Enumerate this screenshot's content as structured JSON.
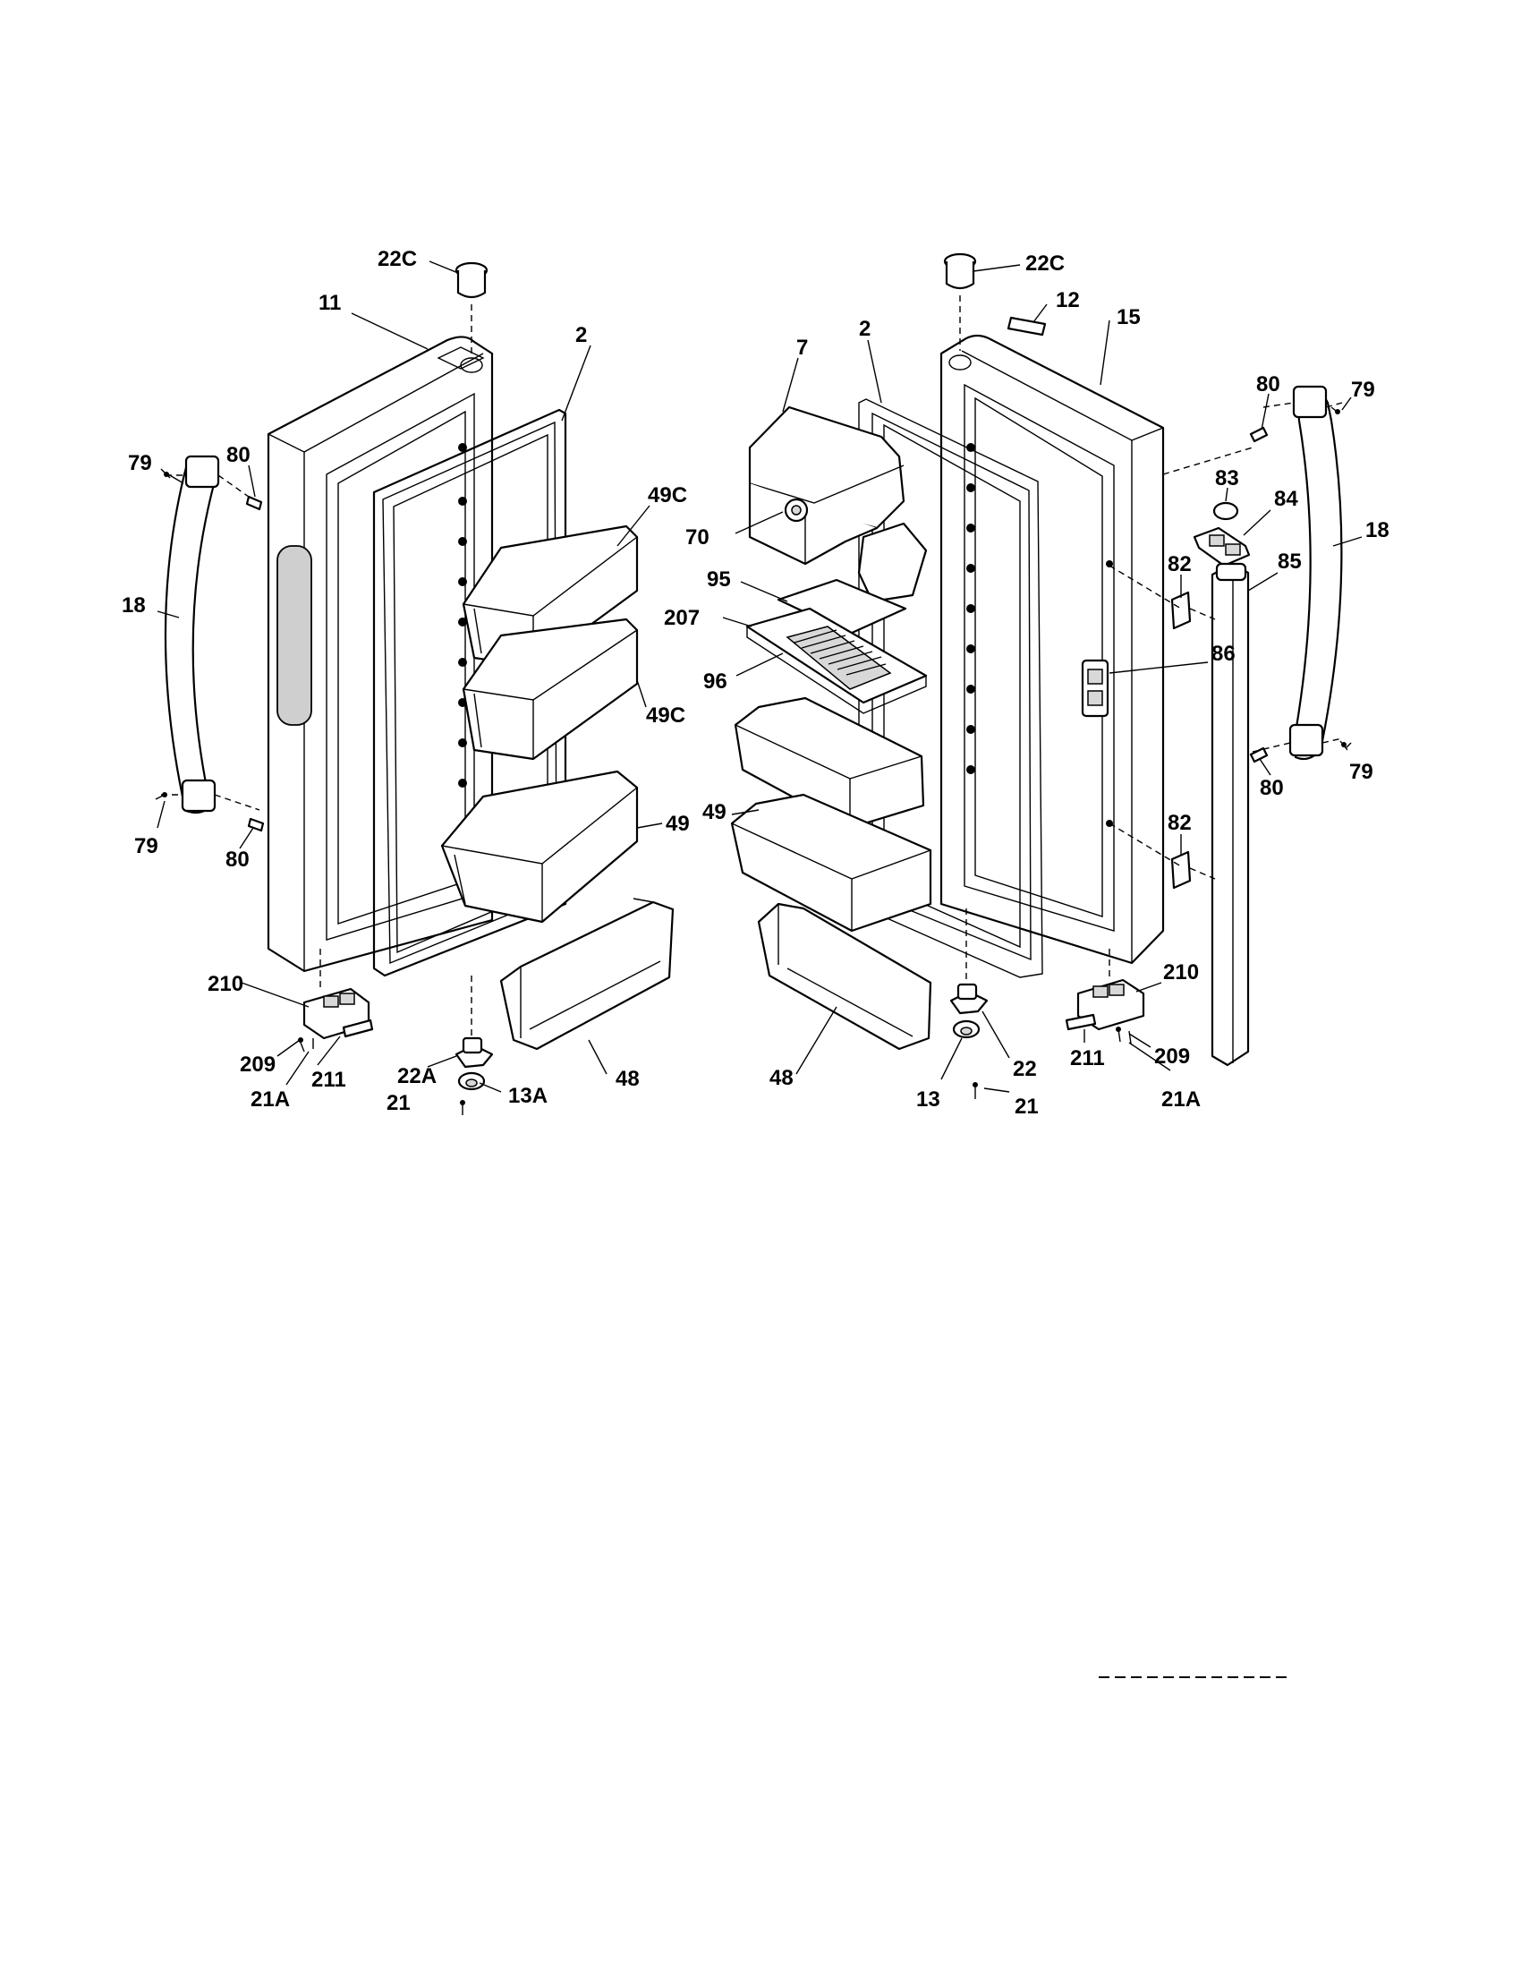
{
  "diagram": {
    "labels": {
      "left_22c": "22C",
      "left_11": "11",
      "left_2": "2",
      "left_79_top": "79",
      "left_80_top": "80",
      "left_18": "18",
      "left_49c_top": "49C",
      "left_49c_mid": "49C",
      "left_49": "49",
      "left_79_bot": "79",
      "left_80_bot": "80",
      "left_210": "210",
      "left_209": "209",
      "left_21a": "21A",
      "left_211": "211",
      "left_22a": "22A",
      "left_21": "21",
      "left_13a": "13A",
      "left_48": "48",
      "right_22c": "22C",
      "right_12": "12",
      "right_15": "15",
      "right_7": "7",
      "right_2": "2",
      "right_70": "70",
      "right_95": "95",
      "right_207": "207",
      "right_96": "96",
      "right_80_top": "80",
      "right_79_top": "79",
      "right_83": "83",
      "right_84": "84",
      "right_18": "18",
      "right_82_top": "82",
      "right_85": "85",
      "right_86": "86",
      "right_80_bot": "80",
      "right_79_bot": "79",
      "right_82_bot": "82",
      "right_49": "49",
      "right_210": "210",
      "right_211": "211",
      "right_209": "209",
      "right_21a": "21A",
      "right_48": "48",
      "right_13": "13",
      "right_22": "22",
      "right_21": "21"
    }
  }
}
